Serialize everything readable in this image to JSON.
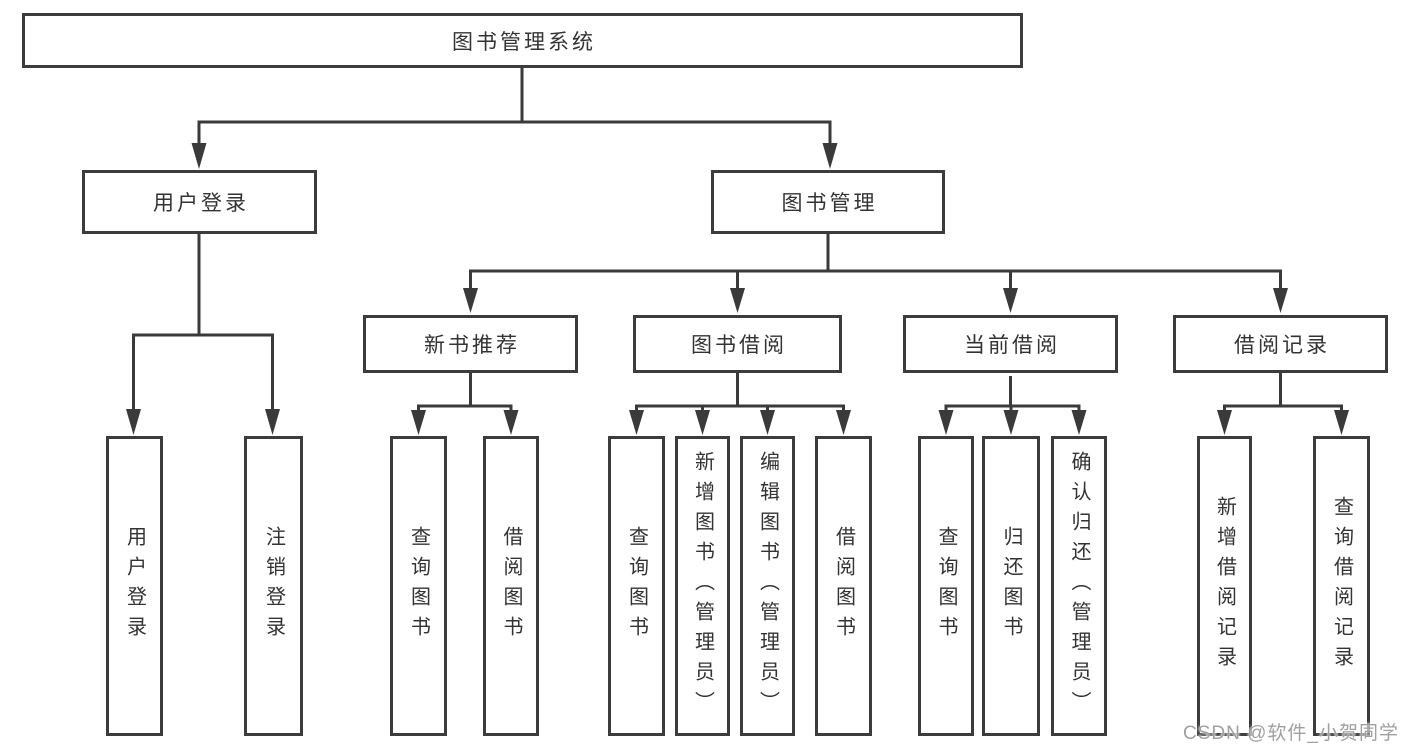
{
  "diagram_title": "图书管理系统",
  "nodes": {
    "root": {
      "label": "图书管理系统"
    },
    "level2": [
      {
        "label": "用户登录"
      },
      {
        "label": "图书管理"
      }
    ],
    "level3": [
      {
        "label": "新书推荐"
      },
      {
        "label": "图书借阅"
      },
      {
        "label": "当前借阅"
      },
      {
        "label": "借阅记录"
      }
    ],
    "leaves": [
      {
        "label": "用户登录",
        "parent": "用户登录"
      },
      {
        "label": "注销登录",
        "parent": "用户登录"
      },
      {
        "label": "查询图书",
        "parent": "新书推荐"
      },
      {
        "label": "借阅图书",
        "parent": "新书推荐"
      },
      {
        "label": "查询图书",
        "parent": "图书借阅"
      },
      {
        "label": "新增图书（管理员）",
        "parent": "图书借阅"
      },
      {
        "label": "编辑图书（管理员）",
        "parent": "图书借阅"
      },
      {
        "label": "借阅图书",
        "parent": "图书借阅"
      },
      {
        "label": "查询图书",
        "parent": "当前借阅"
      },
      {
        "label": "归还图书",
        "parent": "当前借阅"
      },
      {
        "label": "确认归还（管理员）",
        "parent": "当前借阅"
      },
      {
        "label": "新增借阅记录",
        "parent": "借阅记录"
      },
      {
        "label": "查询借阅记录",
        "parent": "借阅记录"
      }
    ]
  },
  "watermark": {
    "text": "CSDN @软件_小贺同学"
  },
  "colors": {
    "line": "#3a3a3a",
    "border": "#3c3c3c",
    "text": "#333333",
    "background": "#ffffff",
    "watermark": "#a0a0a0"
  }
}
